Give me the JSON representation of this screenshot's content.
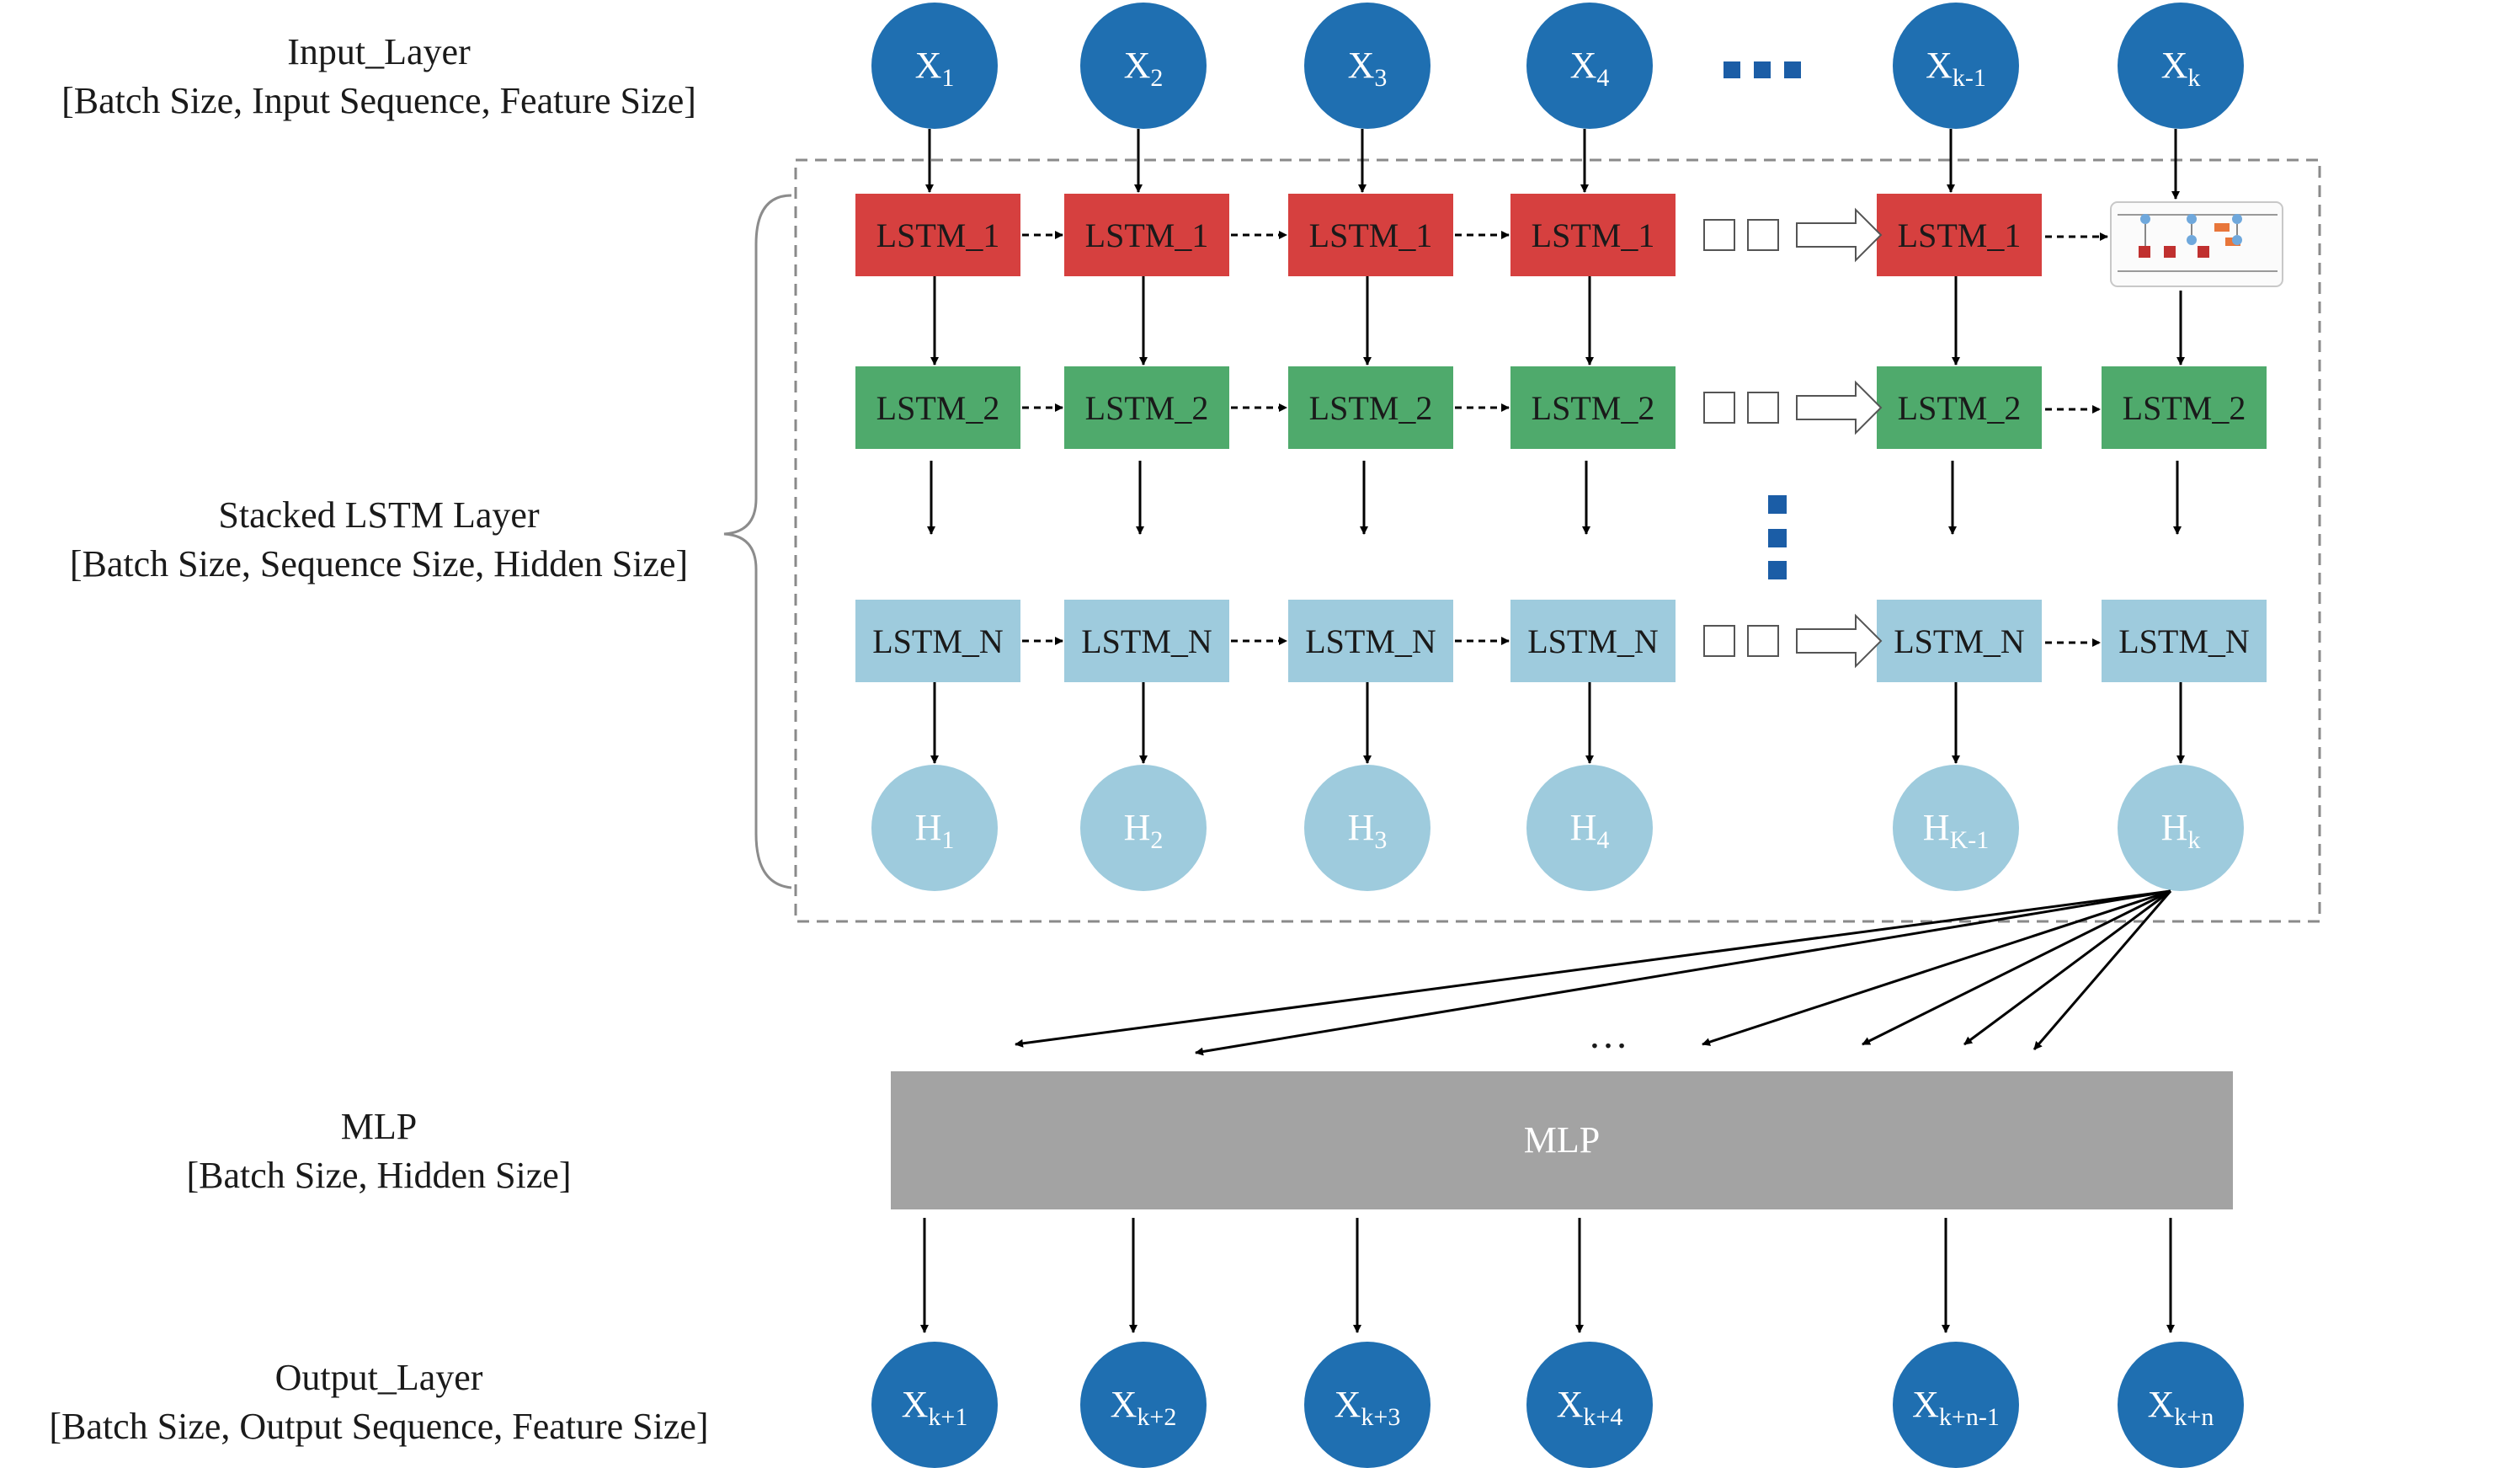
{
  "layers": {
    "input": {
      "title": "Input_Layer",
      "shape": "[Batch Size, Input Sequence, Feature Size]"
    },
    "lstm": {
      "title": "Stacked LSTM Layer",
      "shape": "[Batch Size, Sequence Size, Hidden Size]"
    },
    "mlp": {
      "title": "MLP",
      "shape": "[Batch Size, Hidden Size]"
    },
    "output": {
      "title": "Output_Layer",
      "shape": "[Batch Size, Output Sequence, Feature Size]"
    }
  },
  "inputs": [
    {
      "base": "X",
      "sub": "1"
    },
    {
      "base": "X",
      "sub": "2"
    },
    {
      "base": "X",
      "sub": "3"
    },
    {
      "base": "X",
      "sub": "4"
    },
    {
      "base": "X",
      "sub": "k-1"
    },
    {
      "base": "X",
      "sub": "k"
    }
  ],
  "hidden": [
    {
      "base": "H",
      "sub": "1"
    },
    {
      "base": "H",
      "sub": "2"
    },
    {
      "base": "H",
      "sub": "3"
    },
    {
      "base": "H",
      "sub": "4"
    },
    {
      "base": "H",
      "sub": "K-1"
    },
    {
      "base": "H",
      "sub": "k"
    }
  ],
  "outputs": [
    {
      "base": "X",
      "sub": "k+1"
    },
    {
      "base": "X",
      "sub": "k+2"
    },
    {
      "base": "X",
      "sub": "k+3"
    },
    {
      "base": "X",
      "sub": "k+4"
    },
    {
      "base": "X",
      "sub": "k+n-1"
    },
    {
      "base": "X",
      "sub": "k+n"
    }
  ],
  "lstm_rows": [
    {
      "label": "LSTM_1",
      "color": "#d6403f"
    },
    {
      "label": "LSTM_2",
      "color": "#4faa6c"
    },
    {
      "label": "LSTM_N",
      "color": "#9ecbdd"
    }
  ],
  "mlp_label": "MLP",
  "ellipsis_label": "…",
  "colors": {
    "node_dark": "#1f6fb1",
    "node_light": "#9ecbdd",
    "mlp": "#a3a3a3",
    "dots": "#1b5da6",
    "dashed_frame": "#8a8a8a"
  },
  "icons": [
    "lstm-cell-thumbnail-icon",
    "hollow-arrow-icon",
    "ellipsis-square-icon"
  ]
}
